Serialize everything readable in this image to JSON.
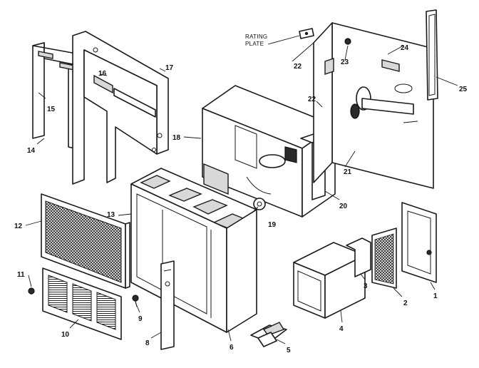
{
  "diagram": {
    "callouts": {
      "c1": "1",
      "c2": "2",
      "c3": "3",
      "c4": "4",
      "c5": "5",
      "c6": "6",
      "c8": "8",
      "c9": "9",
      "c10": "10",
      "c11": "11",
      "c12": "12",
      "c13": "13",
      "c14": "14",
      "c15": "15",
      "c16": "16",
      "c17": "17",
      "c18": "18",
      "c19": "19",
      "c20": "20",
      "c21": "21",
      "c22a": "22",
      "c22b": "22",
      "c23": "23",
      "c24": "24",
      "c25": "25"
    },
    "rating_plate": {
      "line1": "RATING",
      "line2": "PLATE"
    }
  }
}
